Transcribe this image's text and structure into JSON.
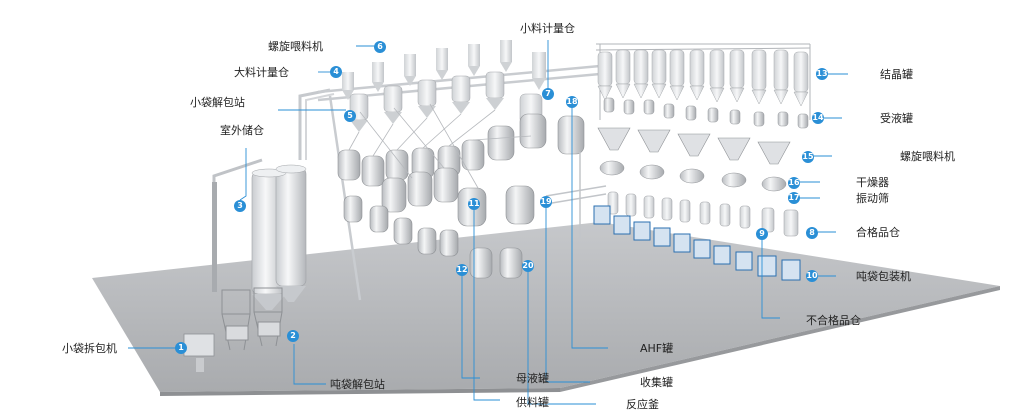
{
  "labels": {
    "l1": "小袋拆包机",
    "l2": "吨袋解包站",
    "l3": "室外储仓",
    "l4": "大料计量仓",
    "l5": "小袋解包站",
    "l6": "螺旋喂料机",
    "l7": "小料计量仓",
    "l8": "合格品仓",
    "l9": "不合格品仓",
    "l10": "吨袋包装机",
    "l11": "供料罐",
    "l12": "母液罐",
    "l13": "结晶罐",
    "l14": "受液罐",
    "l15": "螺旋喂料机",
    "l16": "干燥器",
    "l17": "振动筛",
    "l18": "AHF罐",
    "l19": "收集罐",
    "l20": "反应釜"
  },
  "badges": {
    "b1": "1",
    "b2": "2",
    "b3": "3",
    "b4": "4",
    "b5": "5",
    "b6": "6",
    "b7": "7",
    "b8": "8",
    "b9": "9",
    "b10": "10",
    "b11": "11",
    "b12": "12",
    "b13": "13",
    "b14": "14",
    "b15": "15",
    "b16": "16",
    "b17": "17",
    "b18": "18",
    "b19": "19",
    "b20": "20"
  },
  "colors": {
    "accent": "#2a8fd6",
    "floor": "#b4b6b9",
    "steel": "#e4e6e9",
    "frame": "#9a9da1"
  }
}
